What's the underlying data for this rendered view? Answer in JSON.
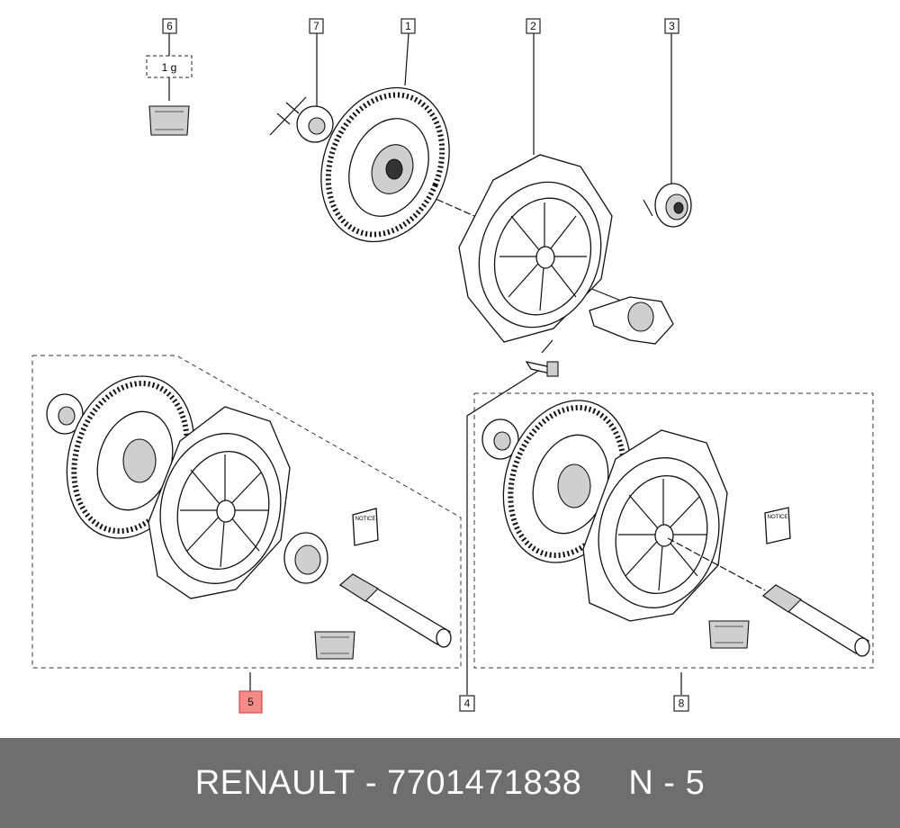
{
  "diagram": {
    "callouts": {
      "c1": "1",
      "c2": "2",
      "c3": "3",
      "c4": "4",
      "c5": "5",
      "c6": "6",
      "c7": "7",
      "c8": "8"
    },
    "grease_label": "1 g",
    "notice_label": "NOTICE",
    "highlight_color": "#f48b8b"
  },
  "footer": {
    "brand": "RENAULT",
    "dash1": "-",
    "part_number": "7701471838",
    "page_ref": "N - 5",
    "background": "#6e6e6e"
  }
}
